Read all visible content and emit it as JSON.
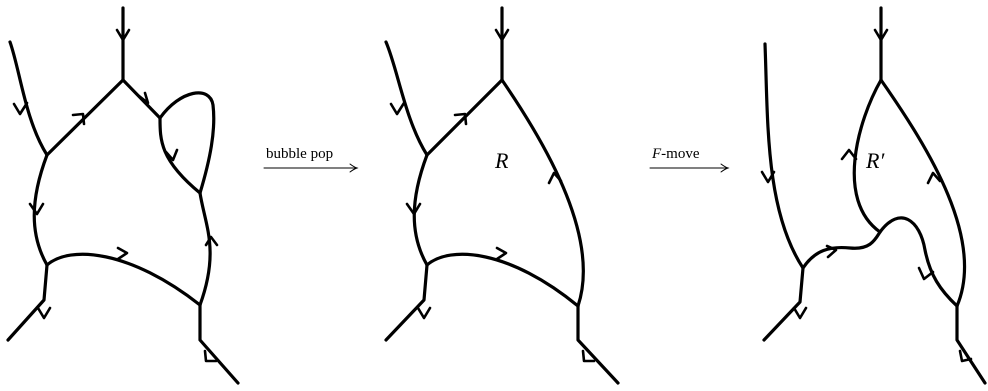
{
  "operations": {
    "first": {
      "label": "bubble pop"
    },
    "second": {
      "variable": "F",
      "suffix": "-move"
    }
  },
  "regions": {
    "middle": "R",
    "right": "R′"
  }
}
